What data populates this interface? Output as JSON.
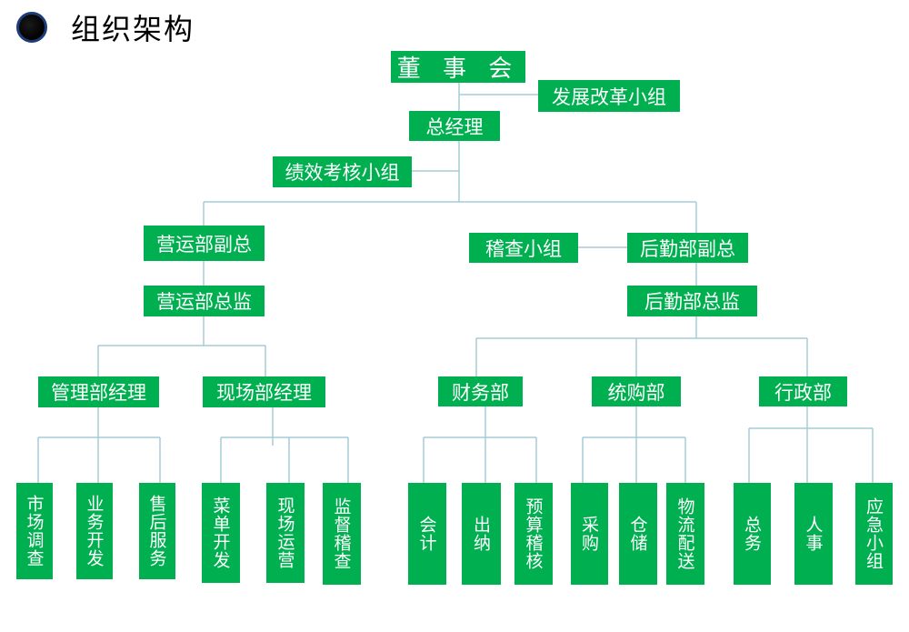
{
  "heading": {
    "title": "组织架构"
  },
  "org": {
    "board": "董 事 会",
    "reform_group": "发展改革小组",
    "general_manager": "总经理",
    "performance_group": "绩效考核小组",
    "ops_vp": "营运部副总",
    "ops_director": "营运部总监",
    "audit_group": "稽查小组",
    "logistics_vp": "后勤部副总",
    "logistics_director": "后勤部总监",
    "mgmt_manager": "管理部经理",
    "site_manager": "现场部经理",
    "finance": "财务部",
    "procurement": "统购部",
    "admin": "行政部",
    "market_research": "市场调查",
    "business_dev": "业务开发",
    "after_sales": "售后服务",
    "menu_dev": "菜单开发",
    "site_ops": "现场运营",
    "supervision_audit": "监督稽查",
    "accounting": "会计",
    "cashier": "出纳",
    "budget_audit": "预算稽核",
    "purchasing": "采购",
    "warehouse": "仓储",
    "logistics_delivery": "物流配送",
    "general_affairs": "总务",
    "personnel": "人事",
    "emergency_group": "应急小组"
  },
  "colors": {
    "node": "#00b050",
    "line": "#a6cbd6",
    "text": "#ffffff"
  }
}
